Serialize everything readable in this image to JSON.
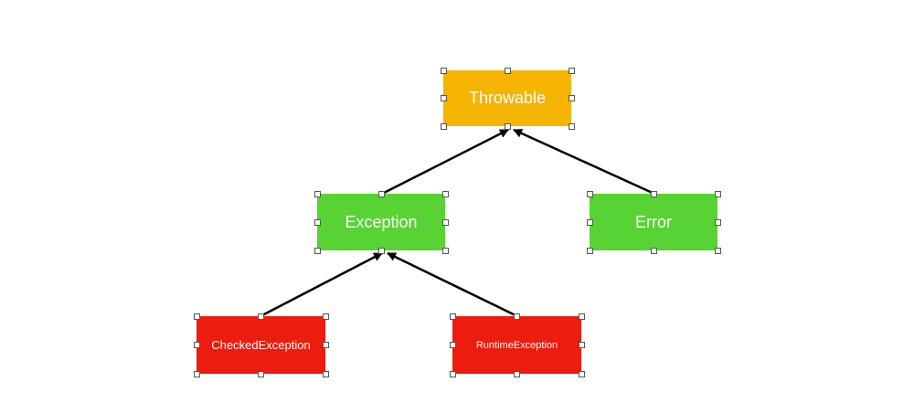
{
  "diagram": {
    "nodes": [
      {
        "id": "throwable",
        "label": "Throwable",
        "color": "#f5b400"
      },
      {
        "id": "exception",
        "label": "Exception",
        "color": "#57d333"
      },
      {
        "id": "error",
        "label": "Error",
        "color": "#57d333"
      },
      {
        "id": "checked",
        "label": "CheckedException",
        "color": "#ec1c0e"
      },
      {
        "id": "runtime",
        "label": "RuntimeException",
        "color": "#ec1c0e"
      }
    ],
    "edges": [
      {
        "from": "exception",
        "to": "throwable"
      },
      {
        "from": "error",
        "to": "throwable"
      },
      {
        "from": "checked",
        "to": "exception"
      },
      {
        "from": "runtime",
        "to": "exception"
      }
    ]
  }
}
